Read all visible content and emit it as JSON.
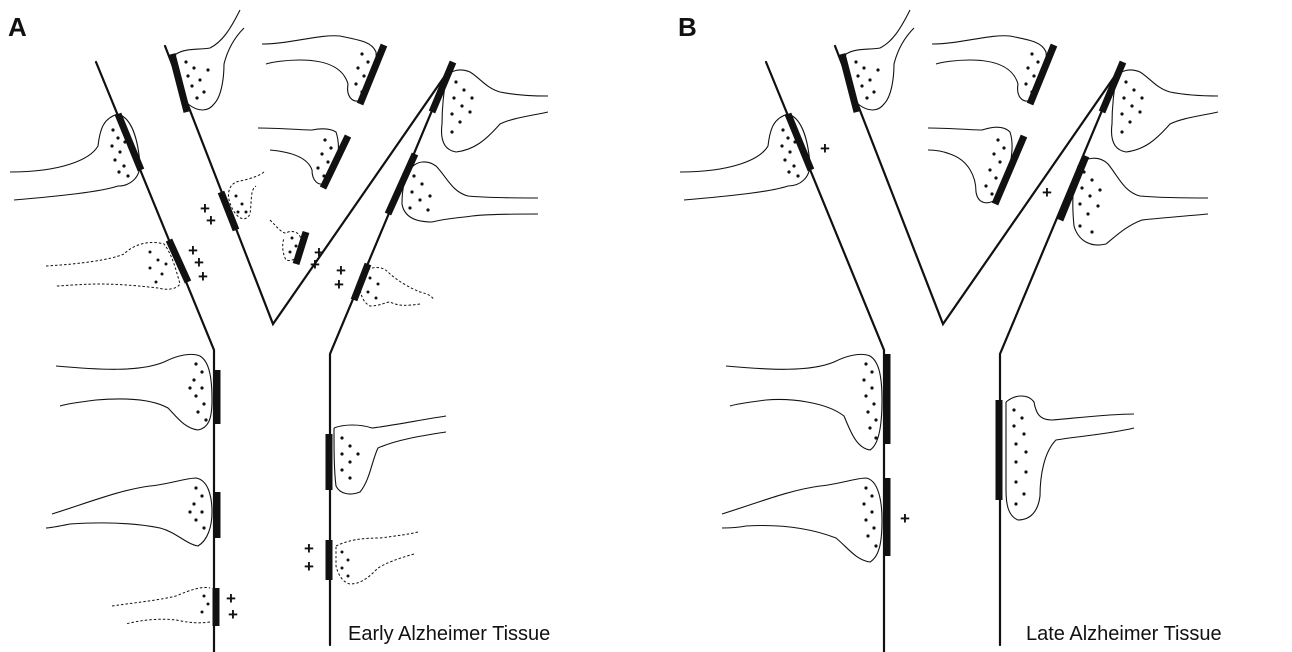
{
  "panels": [
    {
      "letter": "A",
      "caption": "Early Alzheimer Tissue"
    },
    {
      "letter": "B",
      "caption": "Late Alzheimer Tissue"
    }
  ],
  "plus_marker": "+"
}
